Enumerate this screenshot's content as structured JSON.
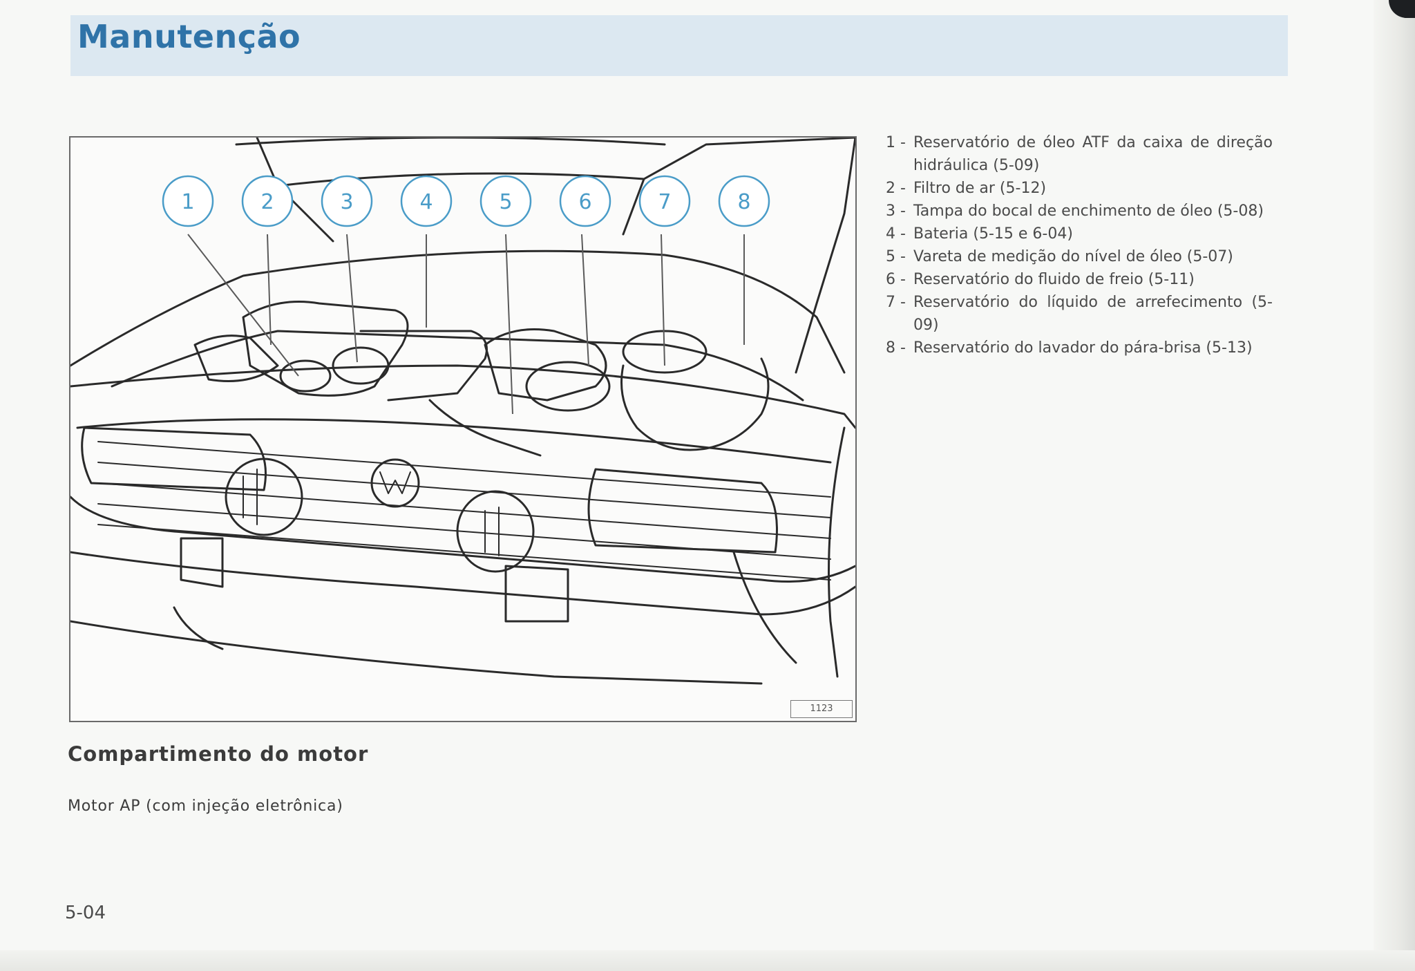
{
  "header": {
    "title": "Manutenção"
  },
  "figure": {
    "code": "1123",
    "callouts": [
      "1",
      "2",
      "3",
      "4",
      "5",
      "6",
      "7",
      "8"
    ]
  },
  "legend": [
    {
      "num": "1 -",
      "text": "Reservatório de óleo ATF da caixa de direção hidráulica (5-09)"
    },
    {
      "num": "2 -",
      "text": "Filtro de ar (5-12)"
    },
    {
      "num": "3 -",
      "text": "Tampa do bocal de enchimento de óleo (5-08)"
    },
    {
      "num": "4 -",
      "text": "Bateria (5-15 e 6-04)"
    },
    {
      "num": "5 -",
      "text": "Vareta de medição do nível de óleo (5-07)"
    },
    {
      "num": "6 -",
      "text": "Reservatório do fluido de freio (5-11)"
    },
    {
      "num": "7 -",
      "text": "Reservatório do líquido de arrefecimento (5-09)"
    },
    {
      "num": "8 -",
      "text": "Reservatório do lavador do pára-brisa (5-13)"
    }
  ],
  "section": {
    "title": "Compartimento do motor",
    "subtitle": "Motor AP (com injeção eletrônica)"
  },
  "footer": {
    "page_number": "5-04"
  },
  "colors": {
    "title": "#2f73a8",
    "title_bar": "#dce8f1",
    "callout": "#4a9cc8"
  }
}
